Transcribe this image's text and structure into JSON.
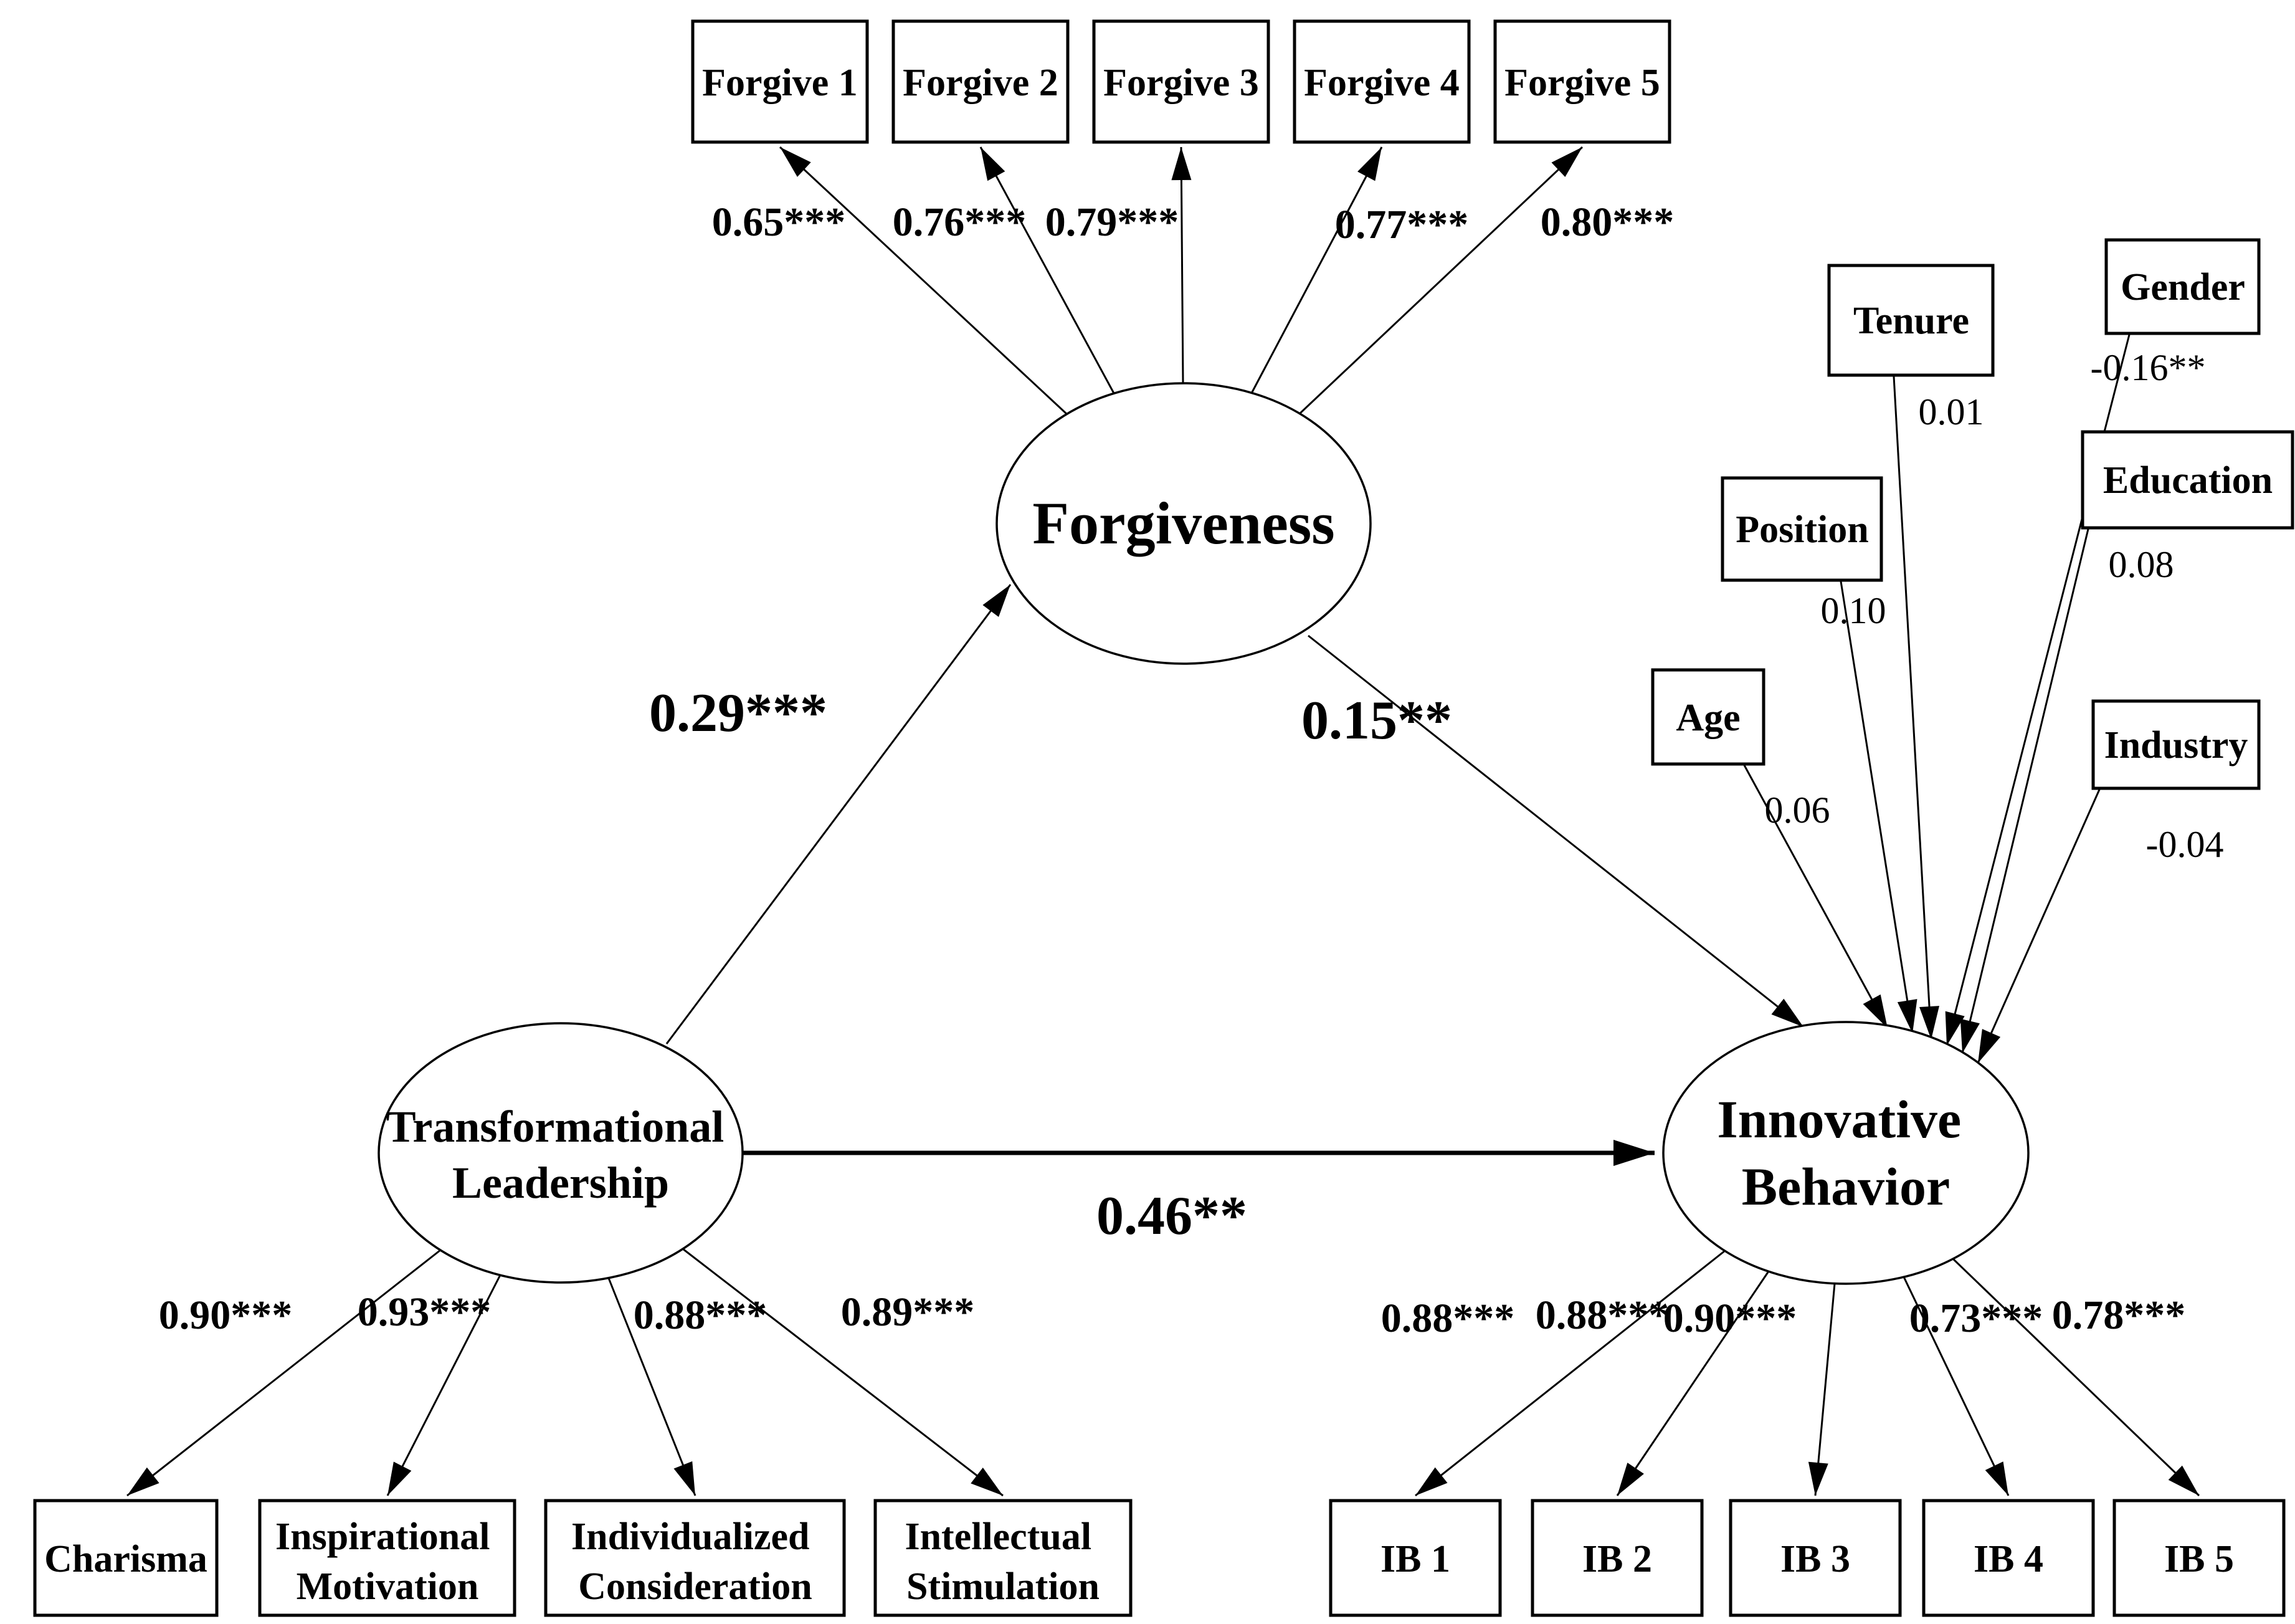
{
  "figure": {
    "latent": {
      "forgiveness": {
        "label": "Forgiveness"
      },
      "transformational_leadership": {
        "line1": "Transformational",
        "line2": "Leadership"
      },
      "innovative_behavior": {
        "line1": "Innovative",
        "line2": "Behavior"
      }
    },
    "forgiveness_indicators": [
      {
        "label": "Forgive 1",
        "loading": "0.65***"
      },
      {
        "label": "Forgive 2",
        "loading": "0.76***"
      },
      {
        "label": "Forgive 3",
        "loading": "0.79***"
      },
      {
        "label": "Forgive 4",
        "loading": "0.77***"
      },
      {
        "label": "Forgive 5",
        "loading": "0.80***"
      }
    ],
    "tl_indicators": [
      {
        "line1": "Charisma",
        "line2": "",
        "loading": "0.90***"
      },
      {
        "line1": "Inspirational",
        "line2": "Motivation",
        "loading": "0.93***"
      },
      {
        "line1": "Individualized",
        "line2": "Consideration",
        "loading": "0.88***"
      },
      {
        "line1": "Intellectual",
        "line2": "Stimulation",
        "loading": "0.89***"
      }
    ],
    "ib_indicators": [
      {
        "label": "IB 1",
        "loading": "0.88***"
      },
      {
        "label": "IB 2",
        "loading": "0.88***"
      },
      {
        "label": "IB 3",
        "loading": "0.90***"
      },
      {
        "label": "IB 4",
        "loading": "0.73***"
      },
      {
        "label": "IB 5",
        "loading": "0.78***"
      }
    ],
    "structural_paths": {
      "tl_to_forgiveness": "0.29***",
      "forgiveness_to_ib": "0.15**",
      "tl_to_ib": "0.46**"
    },
    "controls": [
      {
        "label": "Age",
        "coefficient": "0.06"
      },
      {
        "label": "Position",
        "coefficient": "0.10"
      },
      {
        "label": "Tenure",
        "coefficient": "0.01"
      },
      {
        "label": "Gender",
        "coefficient": "-0.16**"
      },
      {
        "label": "Education",
        "coefficient": "0.08"
      },
      {
        "label": "Industry",
        "coefficient": "-0.04"
      }
    ],
    "colors": {
      "ink": "#000000",
      "background": "#ffffff"
    }
  }
}
